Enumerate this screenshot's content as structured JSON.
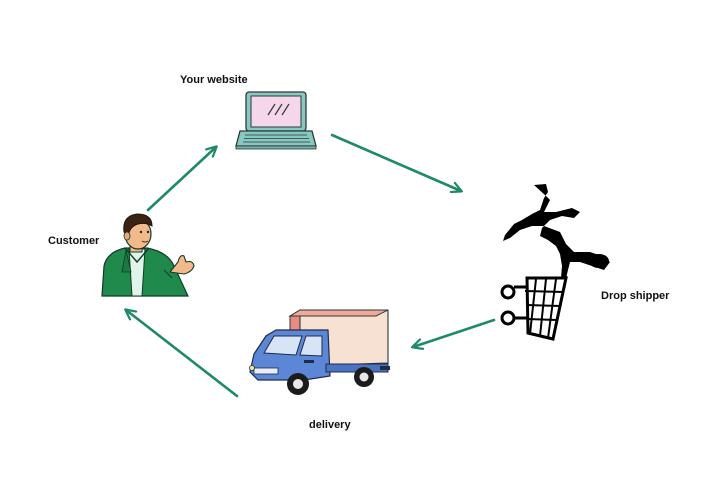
{
  "diagram": {
    "nodes": {
      "website": {
        "label": "Your website",
        "icon": "laptop-icon"
      },
      "shipper": {
        "label": "Drop shipper",
        "icon": "falling-shopper-cart-icon"
      },
      "delivery": {
        "label": "delivery",
        "icon": "delivery-truck-icon"
      },
      "customer": {
        "label": "Customer",
        "icon": "customer-person-icon"
      }
    },
    "edges": [
      {
        "from": "customer",
        "to": "website"
      },
      {
        "from": "website",
        "to": "shipper"
      },
      {
        "from": "shipper",
        "to": "delivery"
      },
      {
        "from": "delivery",
        "to": "customer"
      }
    ],
    "colors": {
      "arrow": "#1f8a66",
      "customer_jacket": "#1f8a4c",
      "truck_body": "#5b87d6",
      "truck_cargo_front": "#f6e1d3",
      "truck_cargo_side": "#f0a99a",
      "laptop_frame": "#88c8c0",
      "laptop_screen": "#f6d6ea"
    }
  }
}
